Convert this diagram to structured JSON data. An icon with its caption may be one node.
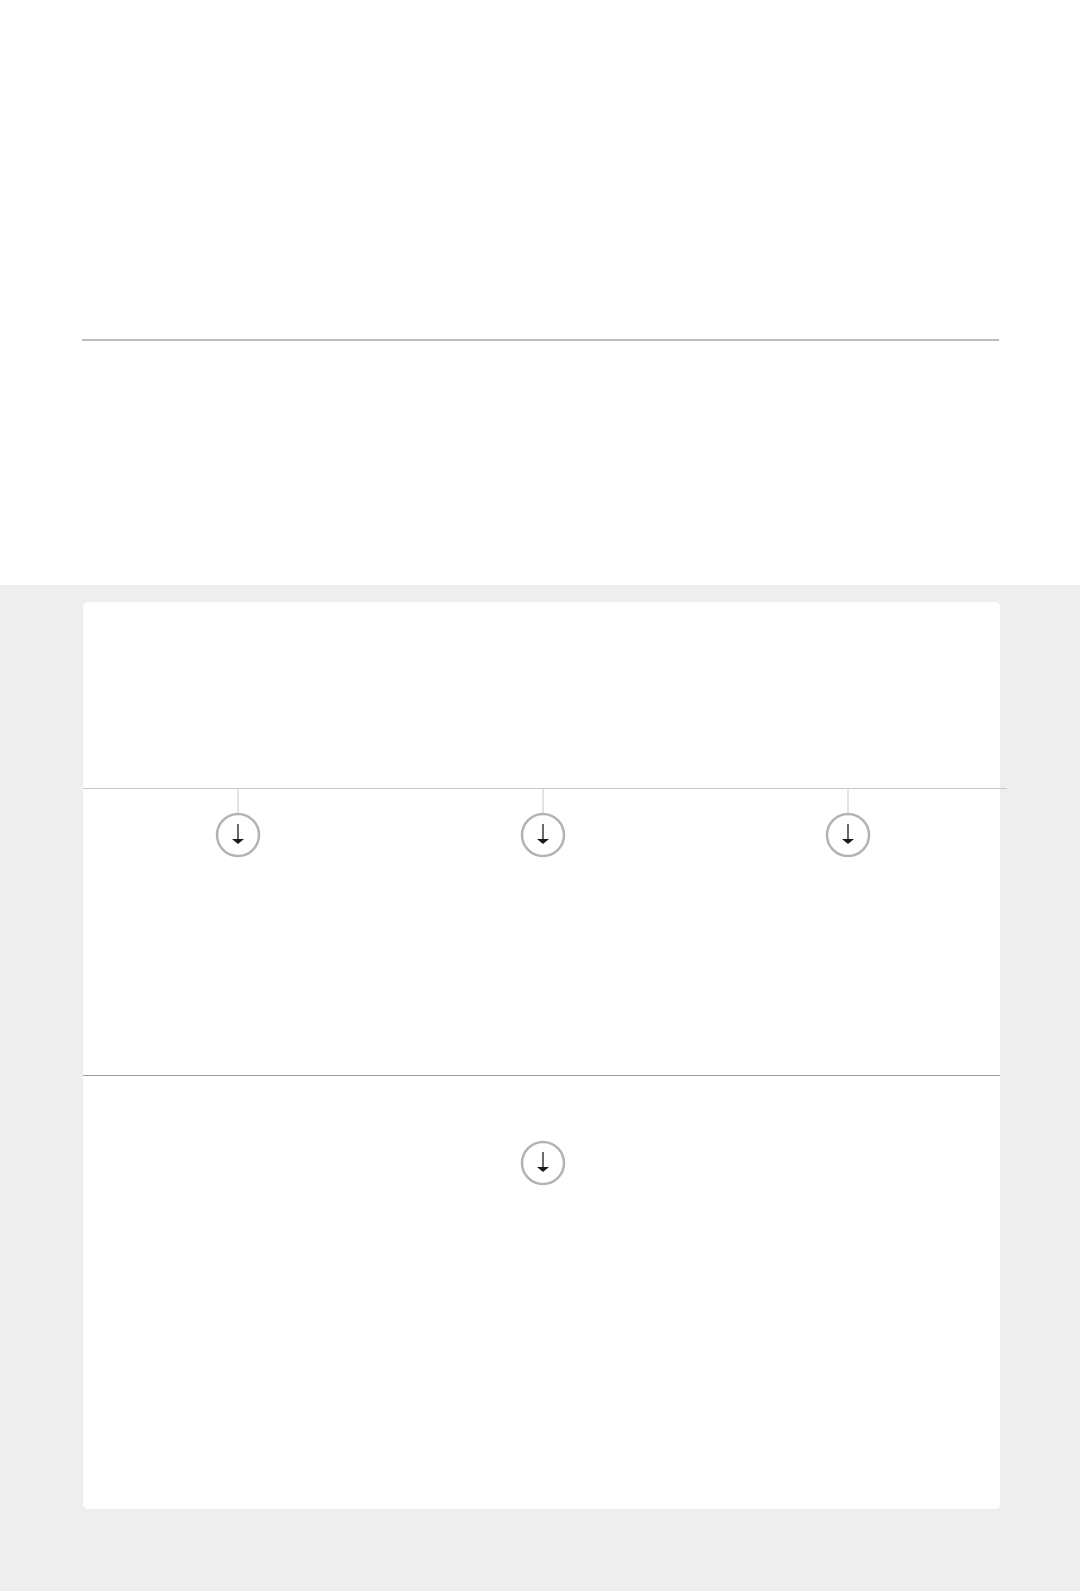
{
  "diagram": {
    "nodes": [
      {
        "text": [],
        "shape": "bar"
      },
      {
        "text": [],
        "shape": "circle"
      },
      {
        "text": [],
        "shape": "circle"
      },
      {
        "text": [],
        "shape": "circle"
      },
      {
        "text": [],
        "shape": "circle"
      }
    ],
    "edges": [
      {
        "from": 0,
        "to": 1,
        "arrow": "none"
      },
      {
        "from": 0,
        "to": 2,
        "arrow": "none"
      },
      {
        "from": 0,
        "to": 3,
        "arrow": "none"
      }
    ]
  }
}
